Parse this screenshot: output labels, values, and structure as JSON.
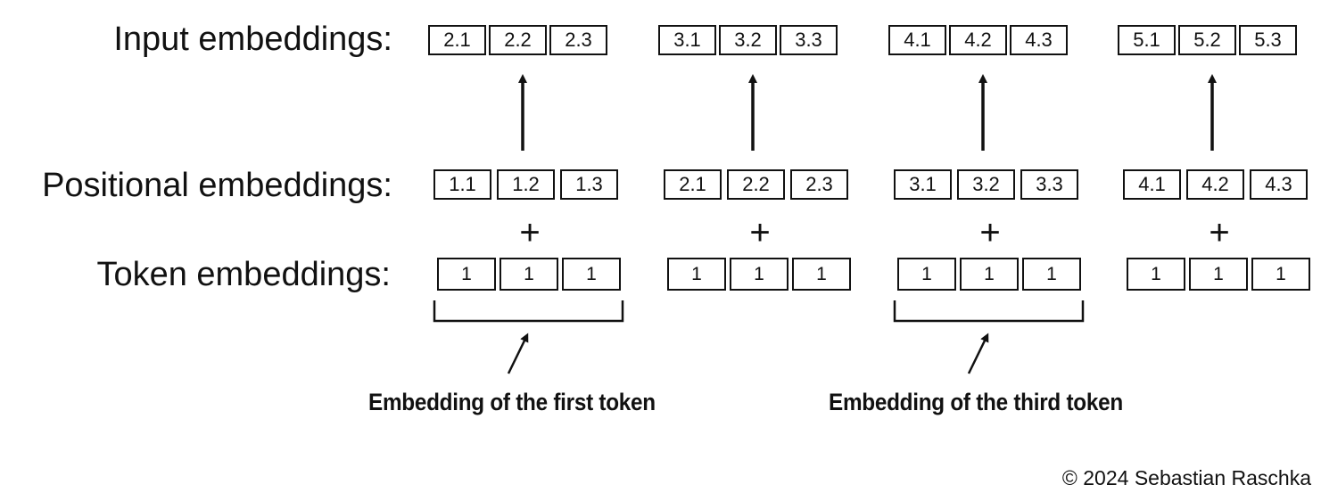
{
  "labels": {
    "input": "Input embeddings:",
    "positional": "Positional embeddings:",
    "token": "Token embeddings:"
  },
  "groups": [
    {
      "input": [
        "2.1",
        "2.2",
        "2.3"
      ],
      "positional": [
        "1.1",
        "1.2",
        "1.3"
      ],
      "token": [
        "1",
        "1",
        "1"
      ]
    },
    {
      "input": [
        "3.1",
        "3.2",
        "3.3"
      ],
      "positional": [
        "2.1",
        "2.2",
        "2.3"
      ],
      "token": [
        "1",
        "1",
        "1"
      ]
    },
    {
      "input": [
        "4.1",
        "4.2",
        "4.3"
      ],
      "positional": [
        "3.1",
        "3.2",
        "3.3"
      ],
      "token": [
        "1",
        "1",
        "1"
      ]
    },
    {
      "input": [
        "5.1",
        "5.2",
        "5.3"
      ],
      "positional": [
        "4.1",
        "4.2",
        "4.3"
      ],
      "token": [
        "1",
        "1",
        "1"
      ]
    }
  ],
  "operator": "+",
  "annotations": {
    "first": "Embedding of the first token",
    "third": "Embedding of the third token"
  },
  "credit": "© 2024 Sebastian Raschka",
  "colors": {
    "ink": "#111111",
    "background": "#ffffff"
  }
}
